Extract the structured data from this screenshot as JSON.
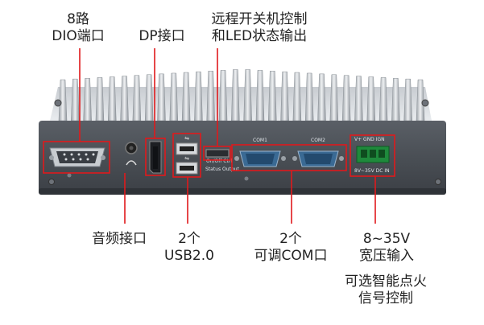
{
  "callouts": {
    "dio": {
      "line1": "8路",
      "line2": "DIO端口"
    },
    "dp": {
      "line1": "DP接口"
    },
    "remote": {
      "line1": "远程开关机控制",
      "line2": "和LED状态输出"
    },
    "audio": {
      "line1": "音频接口"
    },
    "usb": {
      "line1": "2个",
      "line2": "USB2.0"
    },
    "com": {
      "line1": "2个",
      "line2": "可调COM口"
    },
    "power": {
      "line1": "8~35V",
      "line2": "宽压输入"
    },
    "ign": {
      "line1": "可选智能点火",
      "line2": "信号控制"
    }
  },
  "panel_text": {
    "com1": "COM1",
    "com2": "COM2",
    "onoff": "On/Off Ctrl",
    "status": "Status Output",
    "terminal": "V+  GND  IGN",
    "dcin": "8V~35V DC IN"
  },
  "colors": {
    "highlight": "#e0191c",
    "chassis": "#4a4f55",
    "db9": "#3a6a94"
  }
}
